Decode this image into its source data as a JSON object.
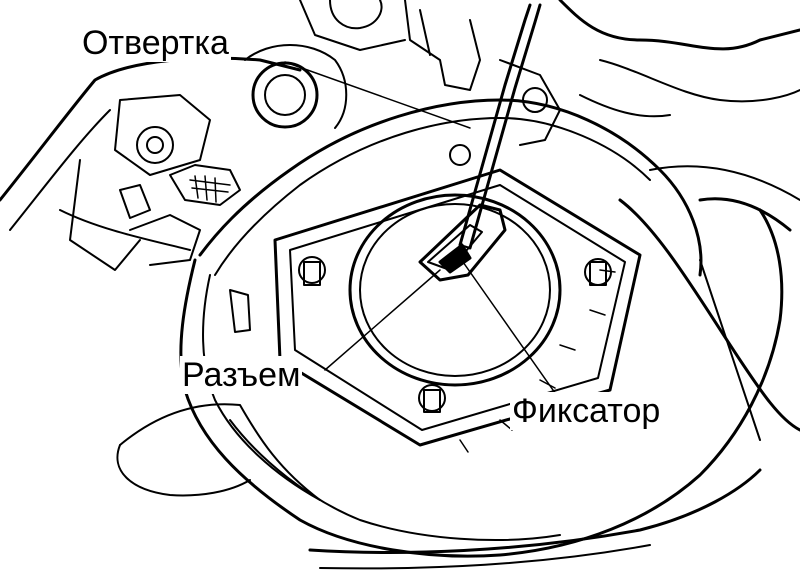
{
  "labels": {
    "screwdriver": "Отвертка",
    "connector": "Разъем",
    "latch": "Фиксатор"
  },
  "colors": {
    "ink": "#000000",
    "paper": "#ffffff"
  }
}
